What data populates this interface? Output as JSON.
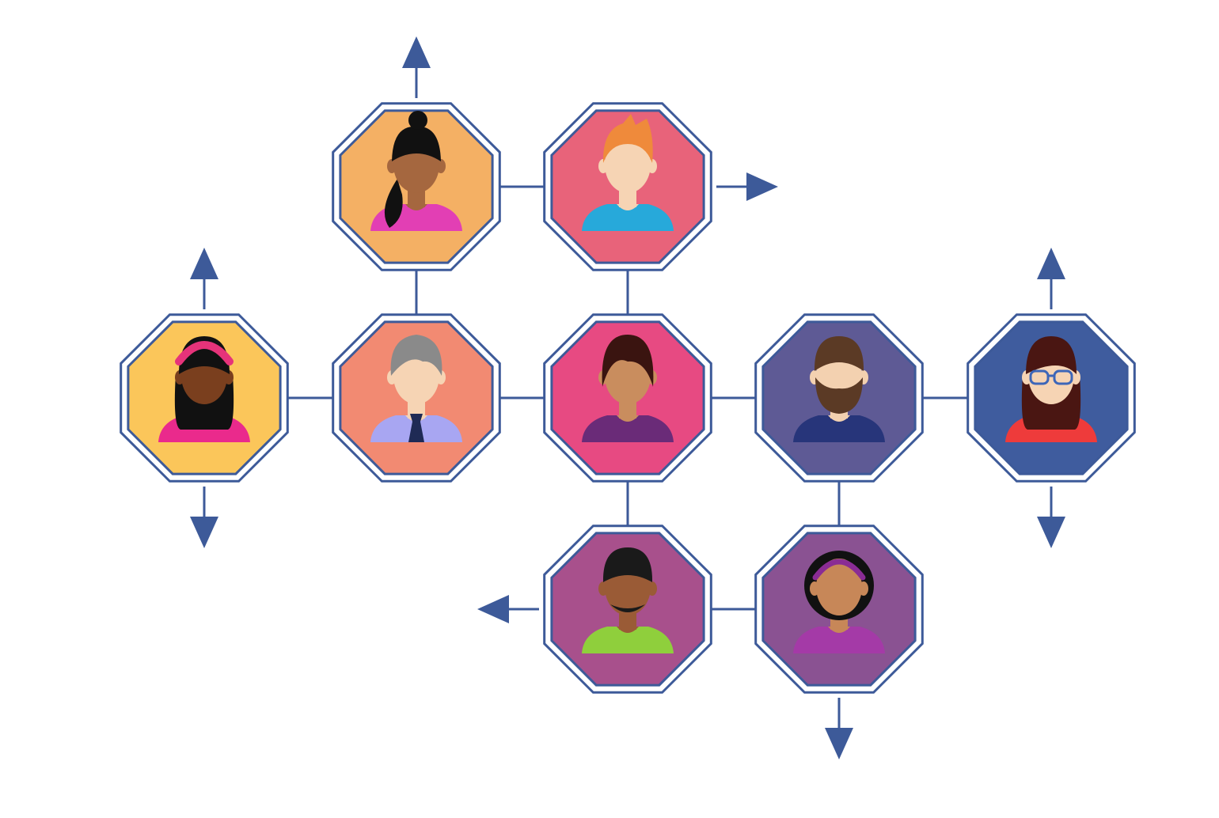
{
  "diagram": {
    "line_color": "#3d5a99",
    "nodes": [
      {
        "id": "n1",
        "bg": "#f4b064",
        "skin": "#a5673f",
        "hair": "#111111",
        "shirt": "#e23fb4",
        "hair_style": "ponytail"
      },
      {
        "id": "n2",
        "bg": "#e8637a",
        "skin": "#f6d4b4",
        "hair": "#ef8a3b",
        "shirt": "#27a9da",
        "hair_style": "short-spiky"
      },
      {
        "id": "n3",
        "bg": "#fbc65a",
        "skin": "#7a3f1e",
        "hair": "#111111",
        "shirt": "#ea2a8c",
        "hair_style": "long-headband",
        "accent": "#e6337a"
      },
      {
        "id": "n4",
        "bg": "#f28a72",
        "skin": "#f6d4b4",
        "hair": "#8a8a8a",
        "shirt": "#a8a6f2",
        "hair_style": "grey-short",
        "accent": "#1f2a55"
      },
      {
        "id": "n5",
        "bg": "#e74a82",
        "skin": "#c98d5e",
        "hair": "#3a1410",
        "shirt": "#6a2b78",
        "hair_style": "bob"
      },
      {
        "id": "n6",
        "bg": "#5e5a95",
        "skin": "#f3d1b0",
        "hair": "#5b3a25",
        "shirt": "#27357a",
        "hair_style": "beard"
      },
      {
        "id": "n7",
        "bg": "#3f5c9e",
        "skin": "#f6d4b4",
        "hair": "#4a1612",
        "shirt": "#ee3b3b",
        "hair_style": "long-glasses",
        "accent": "#3d66b8"
      },
      {
        "id": "n8",
        "bg": "#a8508c",
        "skin": "#9a5b36",
        "hair": "#1a1a1a",
        "shirt": "#8fcf3c",
        "hair_style": "short-goatee"
      },
      {
        "id": "n9",
        "bg": "#8a5292",
        "skin": "#c78758",
        "hair": "#111111",
        "shirt": "#a43aa7",
        "hair_style": "afro-headband",
        "accent": "#8a2c94"
      }
    ]
  }
}
